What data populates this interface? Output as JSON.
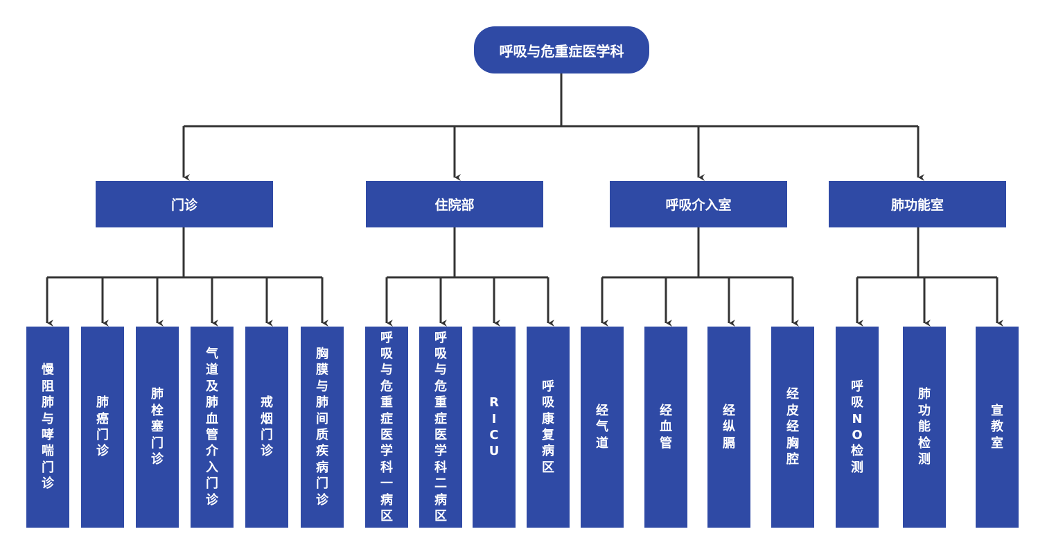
{
  "root": {
    "label": "呼吸与危重症医学科"
  },
  "groups": [
    {
      "label": "门诊",
      "children": [
        "慢阻肺与哮喘门诊",
        "肺癌门诊",
        "肺栓塞门诊",
        "气道及肺血管介入门诊",
        "戒烟门诊",
        "胸膜与肺间质疾病门诊"
      ]
    },
    {
      "label": "住院部",
      "children": [
        "呼吸与危重症医学科一病区",
        "呼吸与危重症医学科二病区",
        "RICU",
        "呼吸康复病区"
      ]
    },
    {
      "label": "呼吸介入室",
      "children": [
        "经气道",
        "经血管",
        "经纵膈",
        "经皮经胸腔"
      ]
    },
    {
      "label": "肺功能室",
      "children": [
        "呼吸NO检测",
        "肺功能检测",
        "宣教室"
      ]
    }
  ],
  "colors": {
    "box": "#2f4aa5",
    "line": "#333333",
    "text": "#ffffff"
  }
}
